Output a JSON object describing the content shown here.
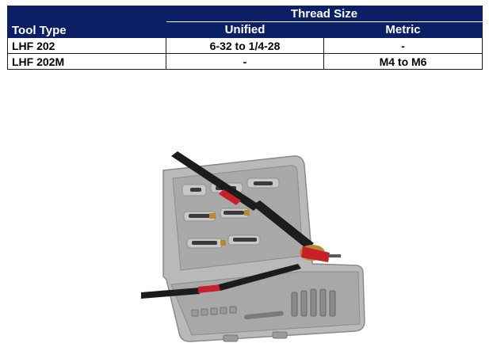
{
  "table": {
    "group_header": "Thread Size",
    "columns": [
      "Tool Type",
      "Unified",
      "Metric"
    ],
    "rows": [
      [
        "LHF 202",
        "6-32 to 1/4-28",
        "-"
      ],
      [
        "LHF 202M",
        "-",
        "M4 to M6"
      ]
    ]
  },
  "photo": {
    "subject": "rivet-nut-tool-kit",
    "colors": {
      "case": "#b8b8b8",
      "handle": "#1c1c1c",
      "accent": "#c8202a",
      "brass": "#b88a2a"
    }
  },
  "colors": {
    "header_bg": "#0a1f66",
    "header_text": "#ffffff",
    "border": "#1a1a1a"
  }
}
